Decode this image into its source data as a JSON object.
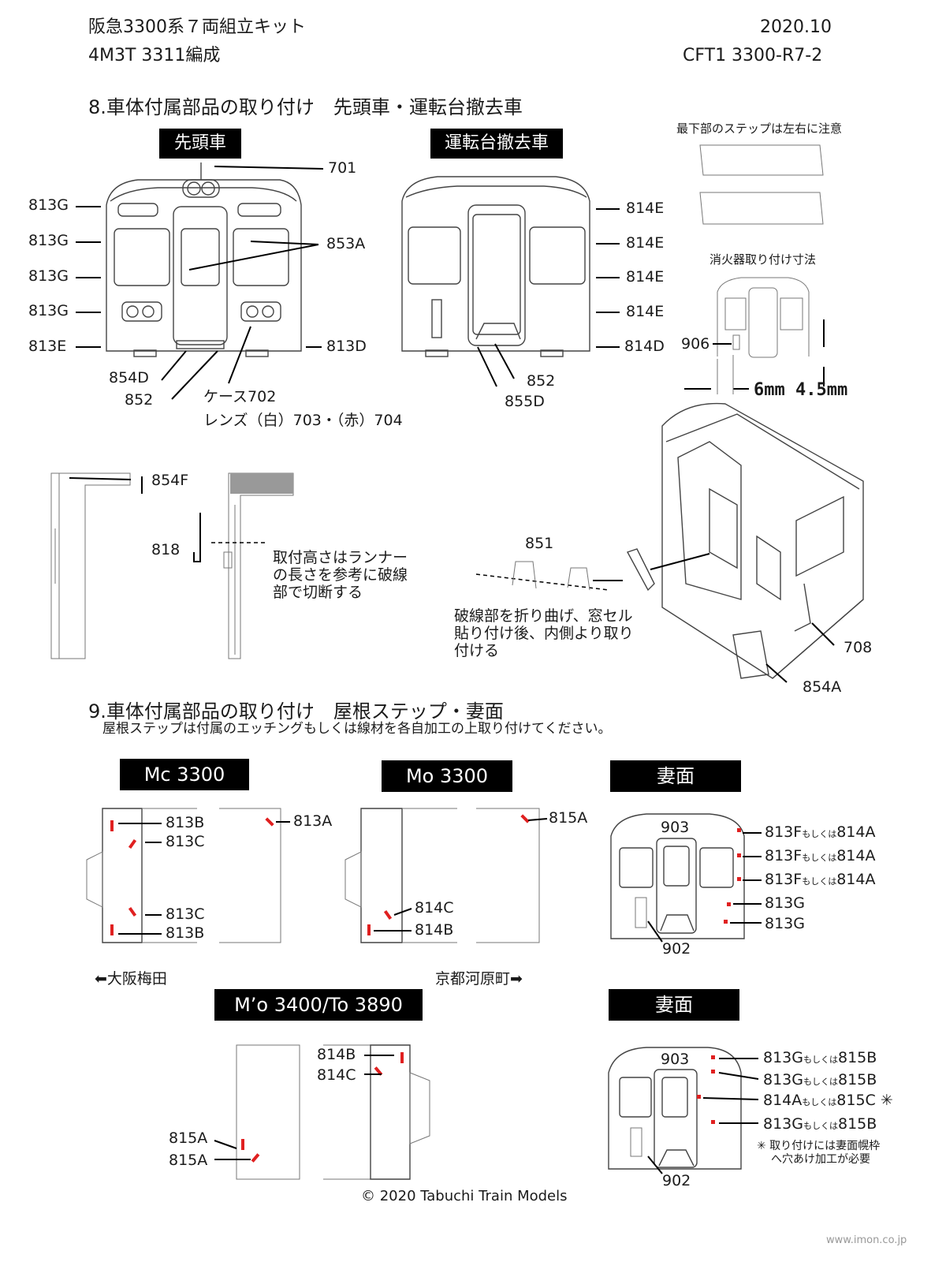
{
  "header": {
    "title": "阪急3300系７両組立キット",
    "formation": "4M3T 3311編成",
    "date": "2020.10",
    "code": "CFT1 3300-R7-2"
  },
  "sec8": {
    "title": "8.車体付属部品の取り付け　先頭車・運転台撤去車",
    "box_front": "先頭車",
    "box_removed": "運転台撤去車",
    "step_note": "最下部のステップは左右に注意",
    "ext_note": "消火器取り付け寸法",
    "dim": "6mm 4.5mm",
    "lens_case": "ケース702",
    "lens_note": "レンズ（白）703・（赤）704",
    "cut_note": [
      "取付高さはランナー",
      "の長さを参考に破線",
      "部で切断する"
    ],
    "fold_note": [
      "破線部を折り曲げ、窓セル",
      "貼り付け後、内側より取り",
      "付ける"
    ],
    "labels": {
      "p701": "701",
      "p813G": "813G",
      "p813E": "813E",
      "p813D": "813D",
      "p853A": "853A",
      "p854D": "854D",
      "p852": "852",
      "p814E": "814E",
      "p814D": "814D",
      "p855D": "855D",
      "p906": "906",
      "p854F": "854F",
      "p818": "818",
      "p851": "851",
      "p708": "708",
      "p854A": "854A"
    }
  },
  "sec9": {
    "title": "9.車体付属部品の取り付け　屋根ステップ・妻面",
    "subtitle": "屋根ステップは付属のエッチングもしくは線材を各自加工の上取り付けてください。",
    "box_mc": "Mc 3300",
    "box_mo": "Mo 3300",
    "box_end1": "妻面",
    "box_mo2": "M’o 3400/To 3890",
    "box_end2": "妻面",
    "dir_left": "⬅大阪梅田",
    "dir_right": "京都河原町➡",
    "note_star": "✳ 取り付けには妻面幌枠",
    "note_star2": "へ穴あけ加工が必要",
    "labels": {
      "p813B": "813B",
      "p813C": "813C",
      "p813A": "813A",
      "p814C": "814C",
      "p814B": "814B",
      "p815A": "815A",
      "p903": "903",
      "p902": "902",
      "p813G": "813G",
      "alt_main": "813F",
      "alt_or": "もしくは",
      "alt_814A": "814A",
      "g_main": "813G",
      "g_815B": "815B",
      "a_main": "814A",
      "a_815C": "815C ✳"
    }
  },
  "footer": {
    "copyright": "© 2020 Tabuchi Train Models",
    "watermark": "www.imon.co.jp"
  }
}
